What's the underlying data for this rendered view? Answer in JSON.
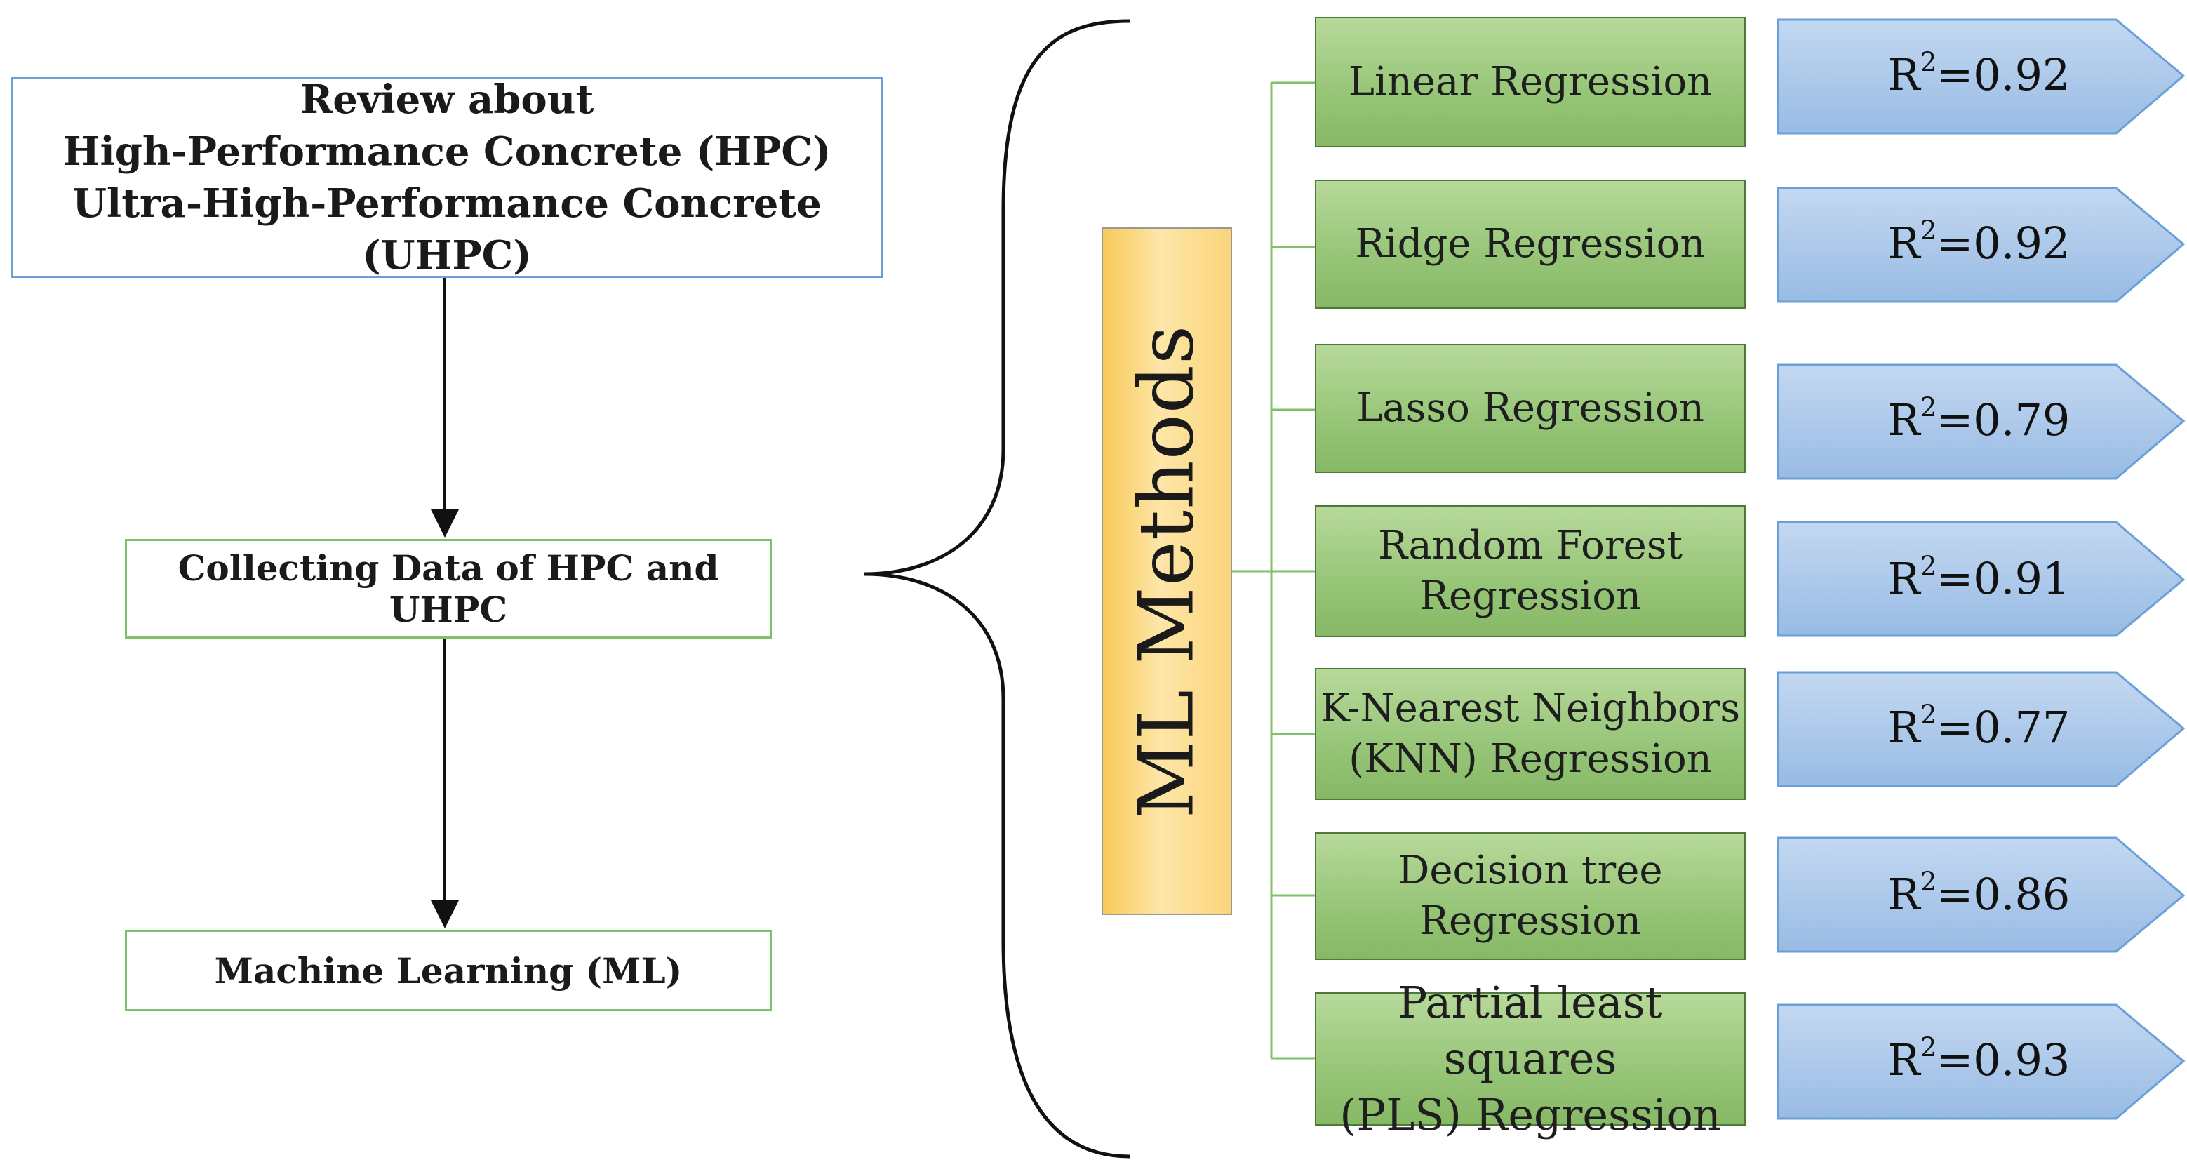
{
  "flow": {
    "review_line1": "Review about",
    "review_line2": "High-Performance Concrete (HPC)",
    "review_line3": "Ultra-High-Performance Concrete (UHPC)",
    "collect": "Collecting Data of HPC and UHPC",
    "ml": "Machine Learning (ML)"
  },
  "ml_methods_label": "ML Methods",
  "methods": [
    {
      "line1": "Linear Regression",
      "line2": "",
      "r2_prefix": "R",
      "r2_exp": "2",
      "r2_value": "=0.92"
    },
    {
      "line1": "Ridge Regression",
      "line2": "",
      "r2_prefix": "R",
      "r2_exp": "2",
      "r2_value": "=0.92"
    },
    {
      "line1": "Lasso Regression",
      "line2": "",
      "r2_prefix": "R",
      "r2_exp": "2",
      "r2_value": "=0.79"
    },
    {
      "line1": "Random Forest",
      "line2": "Regression",
      "r2_prefix": "R",
      "r2_exp": "2",
      "r2_value": "=0.91"
    },
    {
      "line1": "K-Nearest Neighbors",
      "line2": "(KNN) Regression",
      "r2_prefix": "R",
      "r2_exp": "2",
      "r2_value": "=0.77"
    },
    {
      "line1": "Decision tree",
      "line2": "Regression",
      "r2_prefix": "R",
      "r2_exp": "2",
      "r2_value": "=0.86"
    },
    {
      "line1": "Partial least squares",
      "line2": "(PLS) Regression",
      "r2_prefix": "R",
      "r2_exp": "2",
      "r2_value": "=0.93"
    }
  ],
  "colors": {
    "review_border": "#6a9fd8",
    "green_border": "#7fc06a",
    "method_fill": "#96c577",
    "ml_methods_fill": "#fbd47a",
    "arrow_fill": "#a9c6e9",
    "arrow_stroke": "#6a9fd8",
    "connector": "#7fc06a"
  }
}
